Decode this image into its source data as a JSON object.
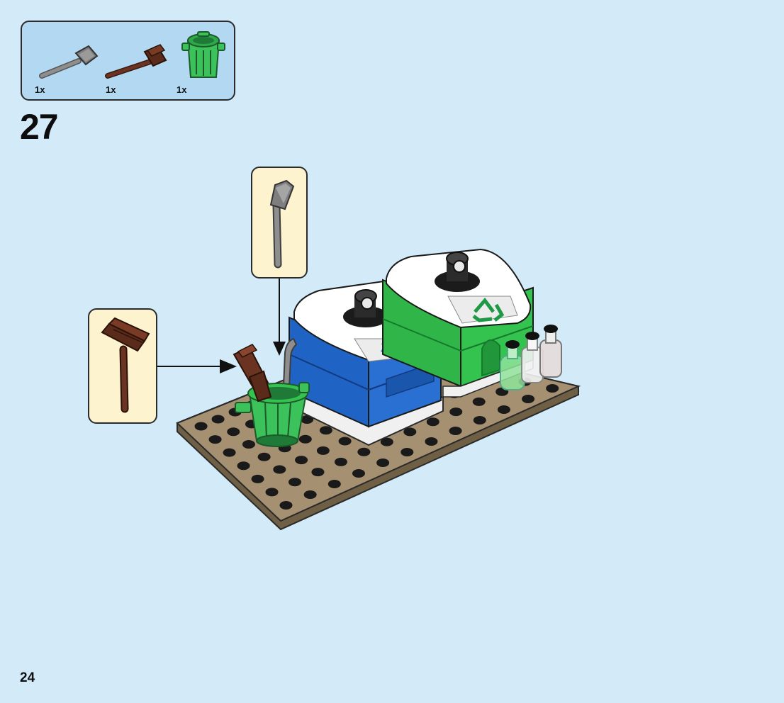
{
  "parts_list": {
    "items": [
      {
        "name": "shovel",
        "quantity": "1x",
        "color": "#8e8e8e"
      },
      {
        "name": "broom",
        "quantity": "1x",
        "color": "#6b3321"
      },
      {
        "name": "trash-can",
        "quantity": "1x",
        "color": "#3cc25a"
      }
    ]
  },
  "step": {
    "number": "27"
  },
  "page": {
    "number": "24"
  },
  "colors": {
    "background": "#d3ebf9",
    "parts_box": "#b3d8f2",
    "callout": "#fdf3cf",
    "baseplate": "#a59171",
    "bin_blue": "#1f63c4",
    "bin_green": "#35c350",
    "recycle_blue": "#2aa3d8",
    "recycle_green": "#1e9a46"
  }
}
